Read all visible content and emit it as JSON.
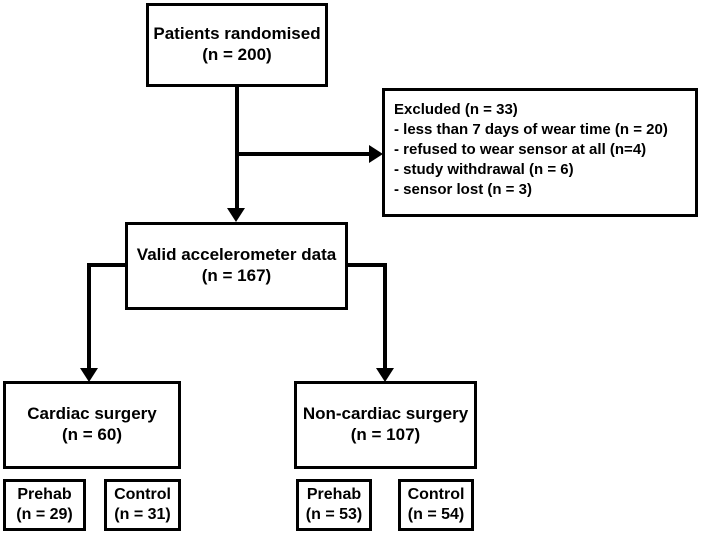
{
  "figure": {
    "type": "flowchart",
    "orientation": "top-down",
    "line_color": "#000000",
    "box_fill": "#ffffff",
    "background": "#ffffff"
  },
  "nodes": {
    "randomised": {
      "title": "Patients randomised",
      "count": "(n = 200)"
    },
    "excluded": {
      "heading": "Excluded (n = 33)",
      "reasons": [
        "- less than 7 days of wear time (n = 20)",
        "- refused to wear sensor at all (n=4)",
        "- study withdrawal (n = 6)",
        "- sensor lost (n = 3)"
      ]
    },
    "valid": {
      "title": "Valid accelerometer data",
      "count": "(n = 167)"
    },
    "cardiac": {
      "title": "Cardiac surgery",
      "count": "(n = 60)"
    },
    "noncardiac": {
      "title": "Non-cardiac surgery",
      "count": "(n = 107)"
    },
    "prehab_cardiac": {
      "title": "Prehab",
      "count": "(n = 29)"
    },
    "control_cardiac": {
      "title": "Control",
      "count": "(n = 31)"
    },
    "prehab_noncardiac": {
      "title": "Prehab",
      "count": "(n = 53)"
    },
    "control_noncardiac": {
      "title": "Control",
      "count": "(n = 54)"
    }
  },
  "edges": [
    {
      "from": "randomised",
      "to": "excluded",
      "arrow": "right"
    },
    {
      "from": "randomised",
      "to": "valid",
      "arrow": "down"
    },
    {
      "from": "valid",
      "to": "cardiac",
      "arrow": "down"
    },
    {
      "from": "valid",
      "to": "noncardiac",
      "arrow": "down"
    }
  ]
}
